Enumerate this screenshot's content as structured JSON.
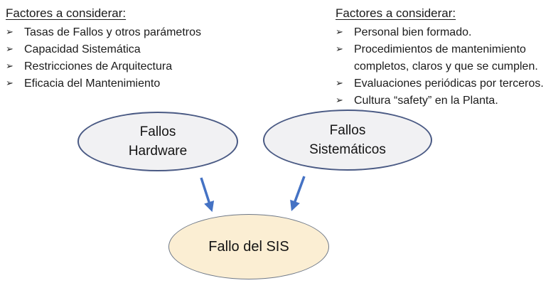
{
  "page": {
    "background": "#ffffff"
  },
  "left_factors": {
    "title": "Factores a considerar:",
    "bullet_glyph": "➢",
    "items": [
      "Tasas de Fallos y otros parámetros",
      "Capacidad Sistemática",
      "Restricciones de Arquitectura",
      "Eficacia del Mantenimiento"
    ]
  },
  "right_factors": {
    "title": "Factores a considerar:",
    "bullet_glyph": "➢",
    "items": [
      "Personal bien formado.",
      "Procedimientos de mantenimiento completos, claros y que se cumplen.",
      "Evaluaciones periódicas por terceros.",
      "Cultura “safety” en la Planta."
    ]
  },
  "diagram": {
    "nodes": {
      "hardware": {
        "label": "Fallos Hardware",
        "line1": "Fallos",
        "line2": "Hardware",
        "fill": "#f1f1f3",
        "border": "#4a5a84"
      },
      "sistematicos": {
        "label": "Fallos Sistemáticos",
        "line1": "Fallos",
        "line2": "Sistemáticos",
        "fill": "#f1f1f3",
        "border": "#4a5a84"
      },
      "sis": {
        "label": "Fallo del SIS",
        "fill": "#fbeed3",
        "border": "#6e7887"
      }
    },
    "arrow_color": "#4472c4"
  }
}
